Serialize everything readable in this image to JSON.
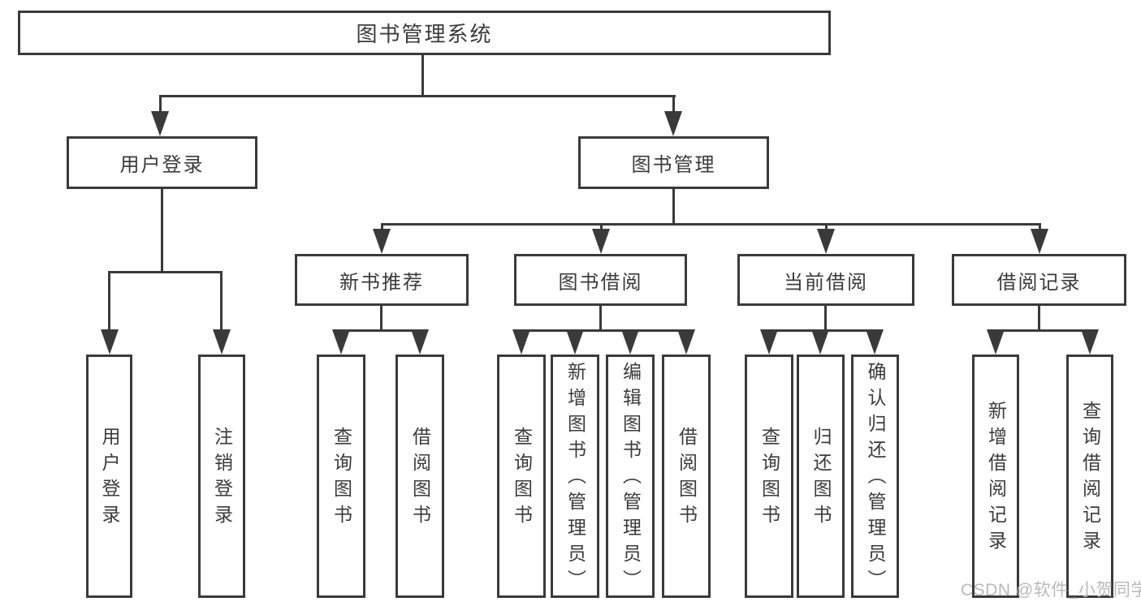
{
  "tree": {
    "root": {
      "label": "图书管理系统",
      "children": [
        {
          "label": "用户登录",
          "children": [
            {
              "label": "用户登录"
            },
            {
              "label": "注销登录"
            }
          ]
        },
        {
          "label": "图书管理",
          "children": [
            {
              "label": "新书推荐",
              "children": [
                {
                  "label": "查询图书"
                },
                {
                  "label": "借阅图书"
                }
              ]
            },
            {
              "label": "图书借阅",
              "children": [
                {
                  "label": "查询图书"
                },
                {
                  "label": "新增图书（管理员）"
                },
                {
                  "label": "编辑图书（管理员）"
                },
                {
                  "label": "借阅图书"
                }
              ]
            },
            {
              "label": "当前借阅",
              "children": [
                {
                  "label": "查询图书"
                },
                {
                  "label": "归还图书"
                },
                {
                  "label": "确认归还（管理员）"
                }
              ]
            },
            {
              "label": "借阅记录",
              "children": [
                {
                  "label": "新增借阅记录"
                },
                {
                  "label": "查询借阅记录"
                }
              ]
            }
          ]
        }
      ]
    }
  },
  "watermark": {
    "text": "CSDN @软件_小贺同学"
  },
  "colors": {
    "line": "#3a3a3a",
    "text": "#3b3b3b",
    "watermark": "#b6b6b6",
    "background": "#ffffff"
  }
}
